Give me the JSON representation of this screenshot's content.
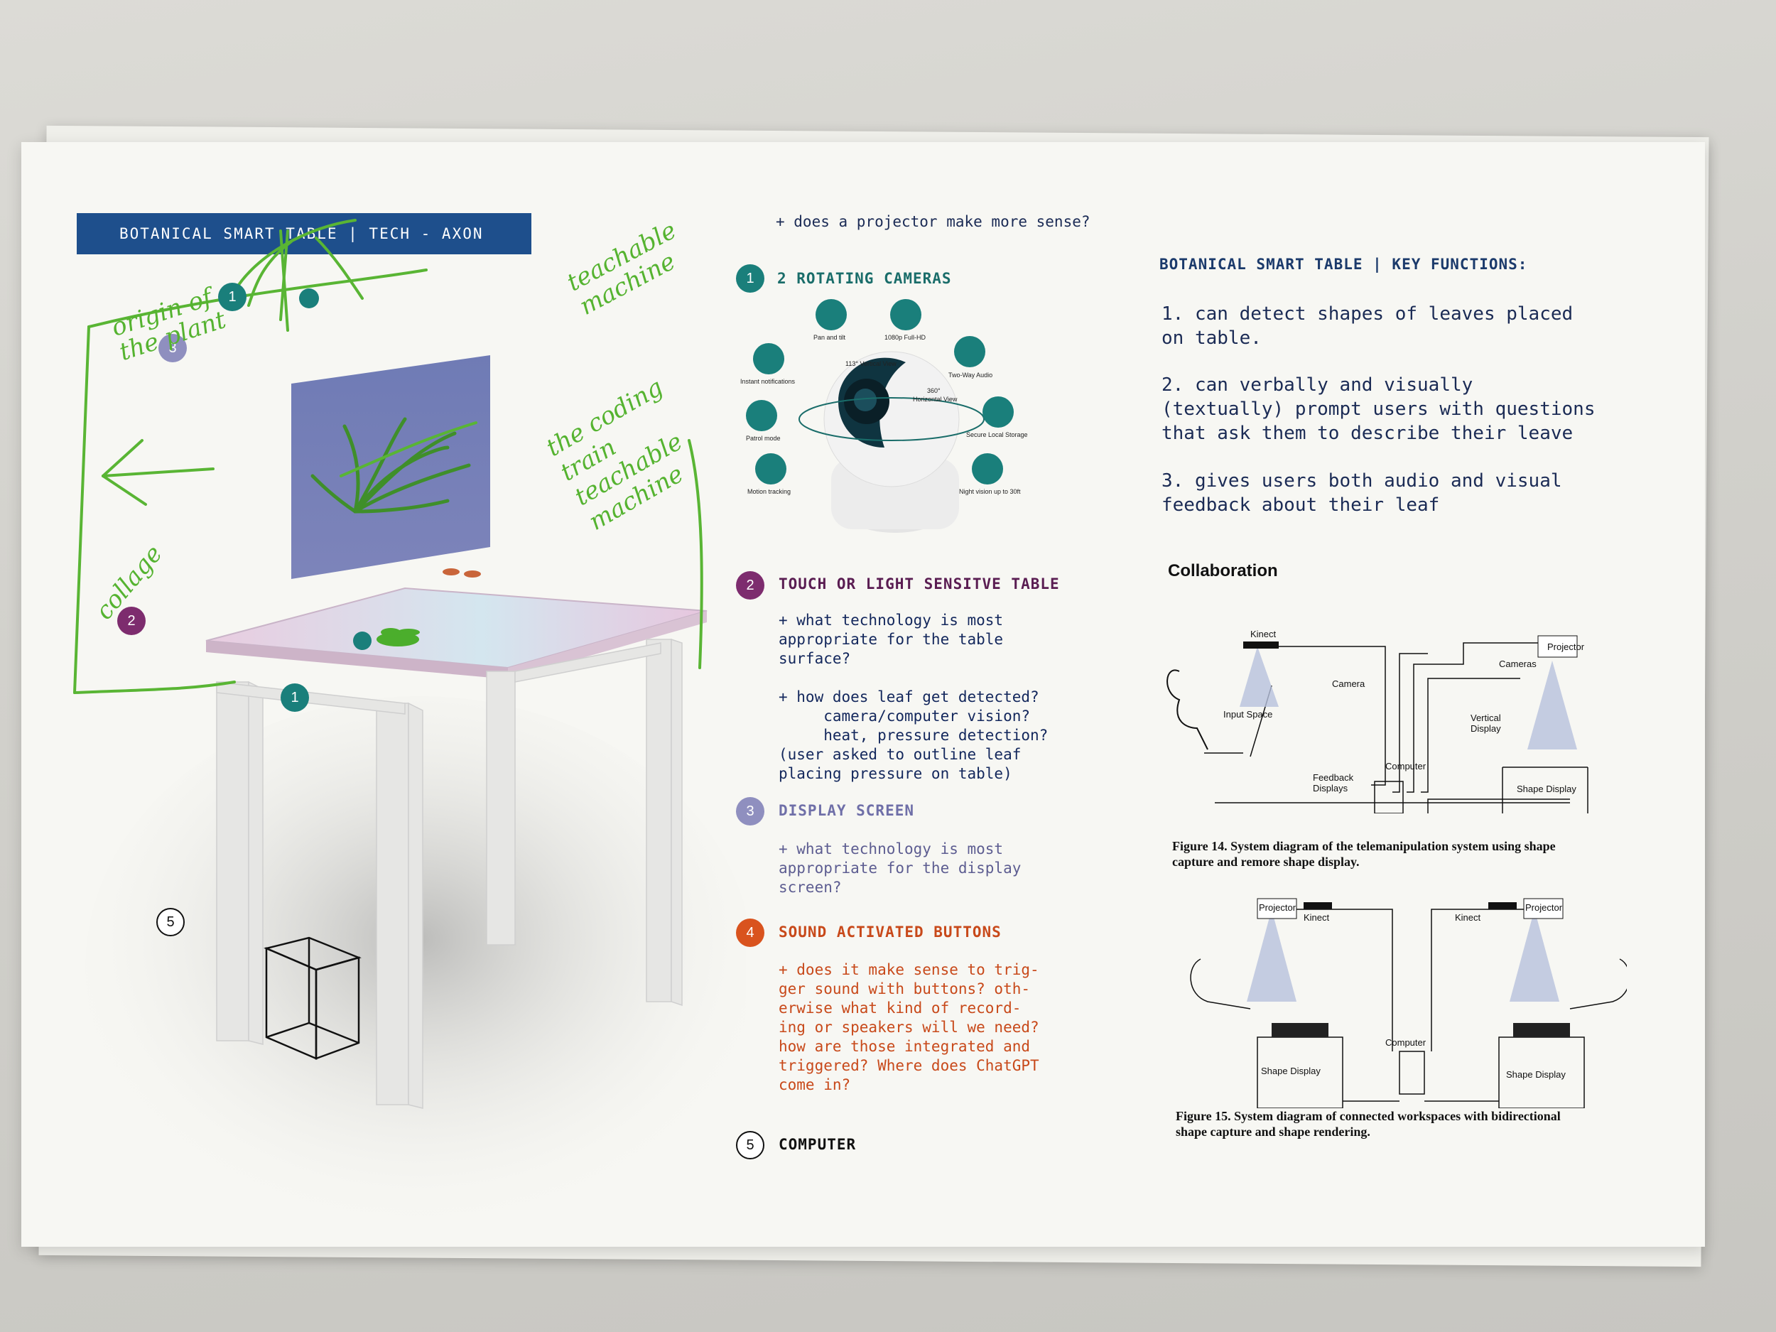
{
  "title_bar": "BOTANICAL SMART TABLE | TECH - AXON",
  "projector_question": "+ does a projector make more sense?",
  "sections": {
    "s1": {
      "num": "1",
      "title": "2 ROTATING CAMERAS"
    },
    "s2": {
      "num": "2",
      "title": "TOUCH OR LIGHT SENSITVE TABLE",
      "body1": "+ what technology is most\nappropriate for the table\nsurface?",
      "body2": "+ how does leaf get detected?\n     camera/computer vision?\n     heat, pressure detection?\n(user asked to outline leaf\nplacing pressure on table)"
    },
    "s3": {
      "num": "3",
      "title": "DISPLAY SCREEN",
      "body": "+ what technology is most\nappropriate for the display\nscreen?"
    },
    "s4": {
      "num": "4",
      "title": "SOUND ACTIVATED BUTTONS",
      "body": "+ does it make sense to trig-\nger sound with buttons? oth-\nerwise what kind of record-\ning or speakers will we need?\nhow are those integrated and\ntriggered? Where does ChatGPT\ncome in?"
    },
    "s5": {
      "num": "5",
      "title": "COMPUTER"
    }
  },
  "camera_features": {
    "pan_tilt": "Pan and tilt",
    "full_hd": "1080p Full-HD",
    "vertical": "113° Vertical View",
    "instant": "Instant notifications",
    "two_way": "Two-Way Audio",
    "horizontal_360": "360°",
    "horizontal": "Horizontal View",
    "patrol": "Patrol mode",
    "storage": "Secure Local Storage",
    "motion": "Motion tracking",
    "night": "Night vision up to 30ft"
  },
  "axon_badges": {
    "b1_top": "1",
    "b3": "3",
    "b2": "2",
    "b1_bottom": "1",
    "b5": "5"
  },
  "handwriting": {
    "origin": "origin of\nthe plant",
    "teachable": "teachable\nmachine",
    "coding": "the coding\ntrain\nteachable\nmachine",
    "collage": "collage"
  },
  "key_functions": {
    "title": "BOTANICAL SMART TABLE | KEY FUNCTIONS:",
    "items": [
      "1. can detect shapes of leaves placed\non table.",
      "2. can verbally and visually\n(textually) prompt users with questions\nthat ask them to describe their leave",
      "3. gives users both audio and visual\nfeedback about their leaf"
    ]
  },
  "collaboration": {
    "title": "Collaboration",
    "fig14": {
      "labels": {
        "kinect": "Kinect",
        "projector": "Projector",
        "cameras": "Cameras",
        "camera": "Camera",
        "input_space": "Input Space",
        "vertical_display": "Vertical\nDisplay",
        "feedback": "Feedback\nDisplays",
        "computer": "Computer",
        "shape_display": "Shape Display"
      },
      "caption": "Figure 14. System diagram of the telemanipulation system using shape\ncapture and remore shape display."
    },
    "fig15": {
      "labels": {
        "projector_l": "Projector",
        "kinect_l": "Kinect",
        "kinect_r": "Kinect",
        "projector_r": "Projector",
        "computer": "Computer",
        "shape_l": "Shape Display",
        "shape_r": "Shape Display"
      },
      "caption": "Figure 15. System diagram of connected workspaces with bidirectional\nshape capture and shape rendering."
    }
  }
}
